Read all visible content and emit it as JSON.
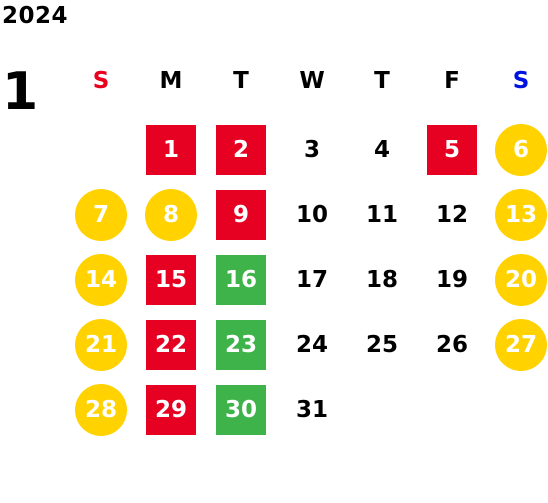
{
  "year": "2024",
  "month": "1",
  "colors": {
    "sunday": "#e8001c",
    "saturday": "#0012e0",
    "red": "#e60022",
    "green": "#3db34a",
    "yellow": "#ffd200",
    "default": "#000000"
  },
  "weekdays": [
    {
      "label": "S",
      "color": "sunday"
    },
    {
      "label": "M",
      "color": "default"
    },
    {
      "label": "T",
      "color": "default"
    },
    {
      "label": "W",
      "color": "default"
    },
    {
      "label": "T",
      "color": "default"
    },
    {
      "label": "F",
      "color": "default"
    },
    {
      "label": "S",
      "color": "saturday"
    }
  ],
  "days": [
    {
      "day": "1",
      "style": "red"
    },
    {
      "day": "2",
      "style": "red"
    },
    {
      "day": "3",
      "style": "plain"
    },
    {
      "day": "4",
      "style": "plain"
    },
    {
      "day": "5",
      "style": "red"
    },
    {
      "day": "6",
      "style": "yellow"
    },
    {
      "day": "7",
      "style": "yellow"
    },
    {
      "day": "8",
      "style": "yellow"
    },
    {
      "day": "9",
      "style": "red"
    },
    {
      "day": "10",
      "style": "plain"
    },
    {
      "day": "11",
      "style": "plain"
    },
    {
      "day": "12",
      "style": "plain"
    },
    {
      "day": "13",
      "style": "yellow"
    },
    {
      "day": "14",
      "style": "yellow"
    },
    {
      "day": "15",
      "style": "red"
    },
    {
      "day": "16",
      "style": "green"
    },
    {
      "day": "17",
      "style": "plain"
    },
    {
      "day": "18",
      "style": "plain"
    },
    {
      "day": "19",
      "style": "plain"
    },
    {
      "day": "20",
      "style": "yellow"
    },
    {
      "day": "21",
      "style": "yellow"
    },
    {
      "day": "22",
      "style": "red"
    },
    {
      "day": "23",
      "style": "green"
    },
    {
      "day": "24",
      "style": "plain"
    },
    {
      "day": "25",
      "style": "plain"
    },
    {
      "day": "26",
      "style": "plain"
    },
    {
      "day": "27",
      "style": "yellow"
    },
    {
      "day": "28",
      "style": "yellow"
    },
    {
      "day": "29",
      "style": "red"
    },
    {
      "day": "30",
      "style": "green"
    },
    {
      "day": "31",
      "style": "plain"
    }
  ]
}
